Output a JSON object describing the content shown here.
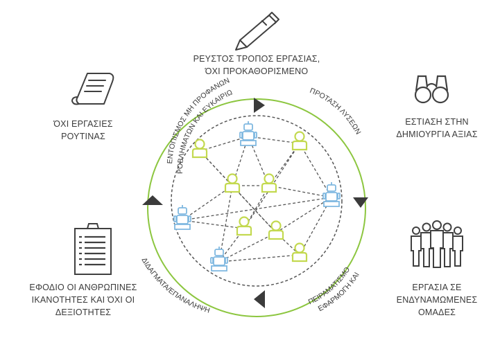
{
  "features": {
    "top": {
      "lines": [
        "ΡΕΥΣΤΟΣ ΤΡΟΠΟΣ ΕΡΓΑΣΙΑΣ,",
        "ΌΧΙ ΠΡΟΚΑΘΟΡΙΣΜΕΝΟ"
      ],
      "icon": "pen-icon"
    },
    "top_left": {
      "lines": [
        "ΌΧΙ  ΕΡΓΑΣΙΕΣ",
        "ΡΟΥΤΙΝΑΣ"
      ],
      "icon": "scroll-document-icon"
    },
    "top_right": {
      "lines": [
        "ΕΣΤΙΑΣΗ ΣΤΗΝ",
        "ΔΗΜΙΟΥΡΓΙΑ ΑΞΙΑΣ"
      ],
      "icon": "binoculars-icon"
    },
    "bottom_left": {
      "lines": [
        "ΕΦΟΔΙΟ ΟΙ ΑΝΘΡΩΠΙΝΕΣ",
        "ΙΚΑΝΟΤΗΤΕΣ ΚΑΙ ΌΧΙ ΟΙ",
        "ΔΕΞΙΟΤΗΤΕΣ"
      ],
      "icon": "clipboard-checklist-icon"
    },
    "bottom_right": {
      "lines": [
        "ΕΡΓΑΣΙΑ ΣΕ",
        "ΕΝΔΥΝΑΜΩΜΕΝΕΣ",
        "ΟΜΑΔΕΣ"
      ],
      "icon": "team-people-icon"
    }
  },
  "cycle": {
    "identify": [
      "ΕΝΤΟΠΙΣΜΟΣ ΜΗ ΠΡΟΦΑΝΩΝ",
      "ΠΡΟΒΛΗΜΑΤΩΝ ΚΑΙ ΕΥΚΑΙΡΙΩΝ"
    ],
    "propose": "ΠΡΟΤΑΣΗ ΛΥΣΕΩΝ",
    "apply": [
      "ΕΦΑΡΜΟΓΗ ΚΑΙ",
      "ΠΕΙΡΑΜΑΤΙΣΜΟΣ"
    ],
    "learn": "ΔΙΔΑΓΜΑΤΑ/ΕΠΑΝΑΛΗΨΗ"
  },
  "colors": {
    "ring": "#8cc63f",
    "human": "#c3d94f",
    "robot": "#7fb8e0",
    "arrow": "#3b3b3b",
    "text": "#3a3a3a",
    "icon": "#404040"
  }
}
